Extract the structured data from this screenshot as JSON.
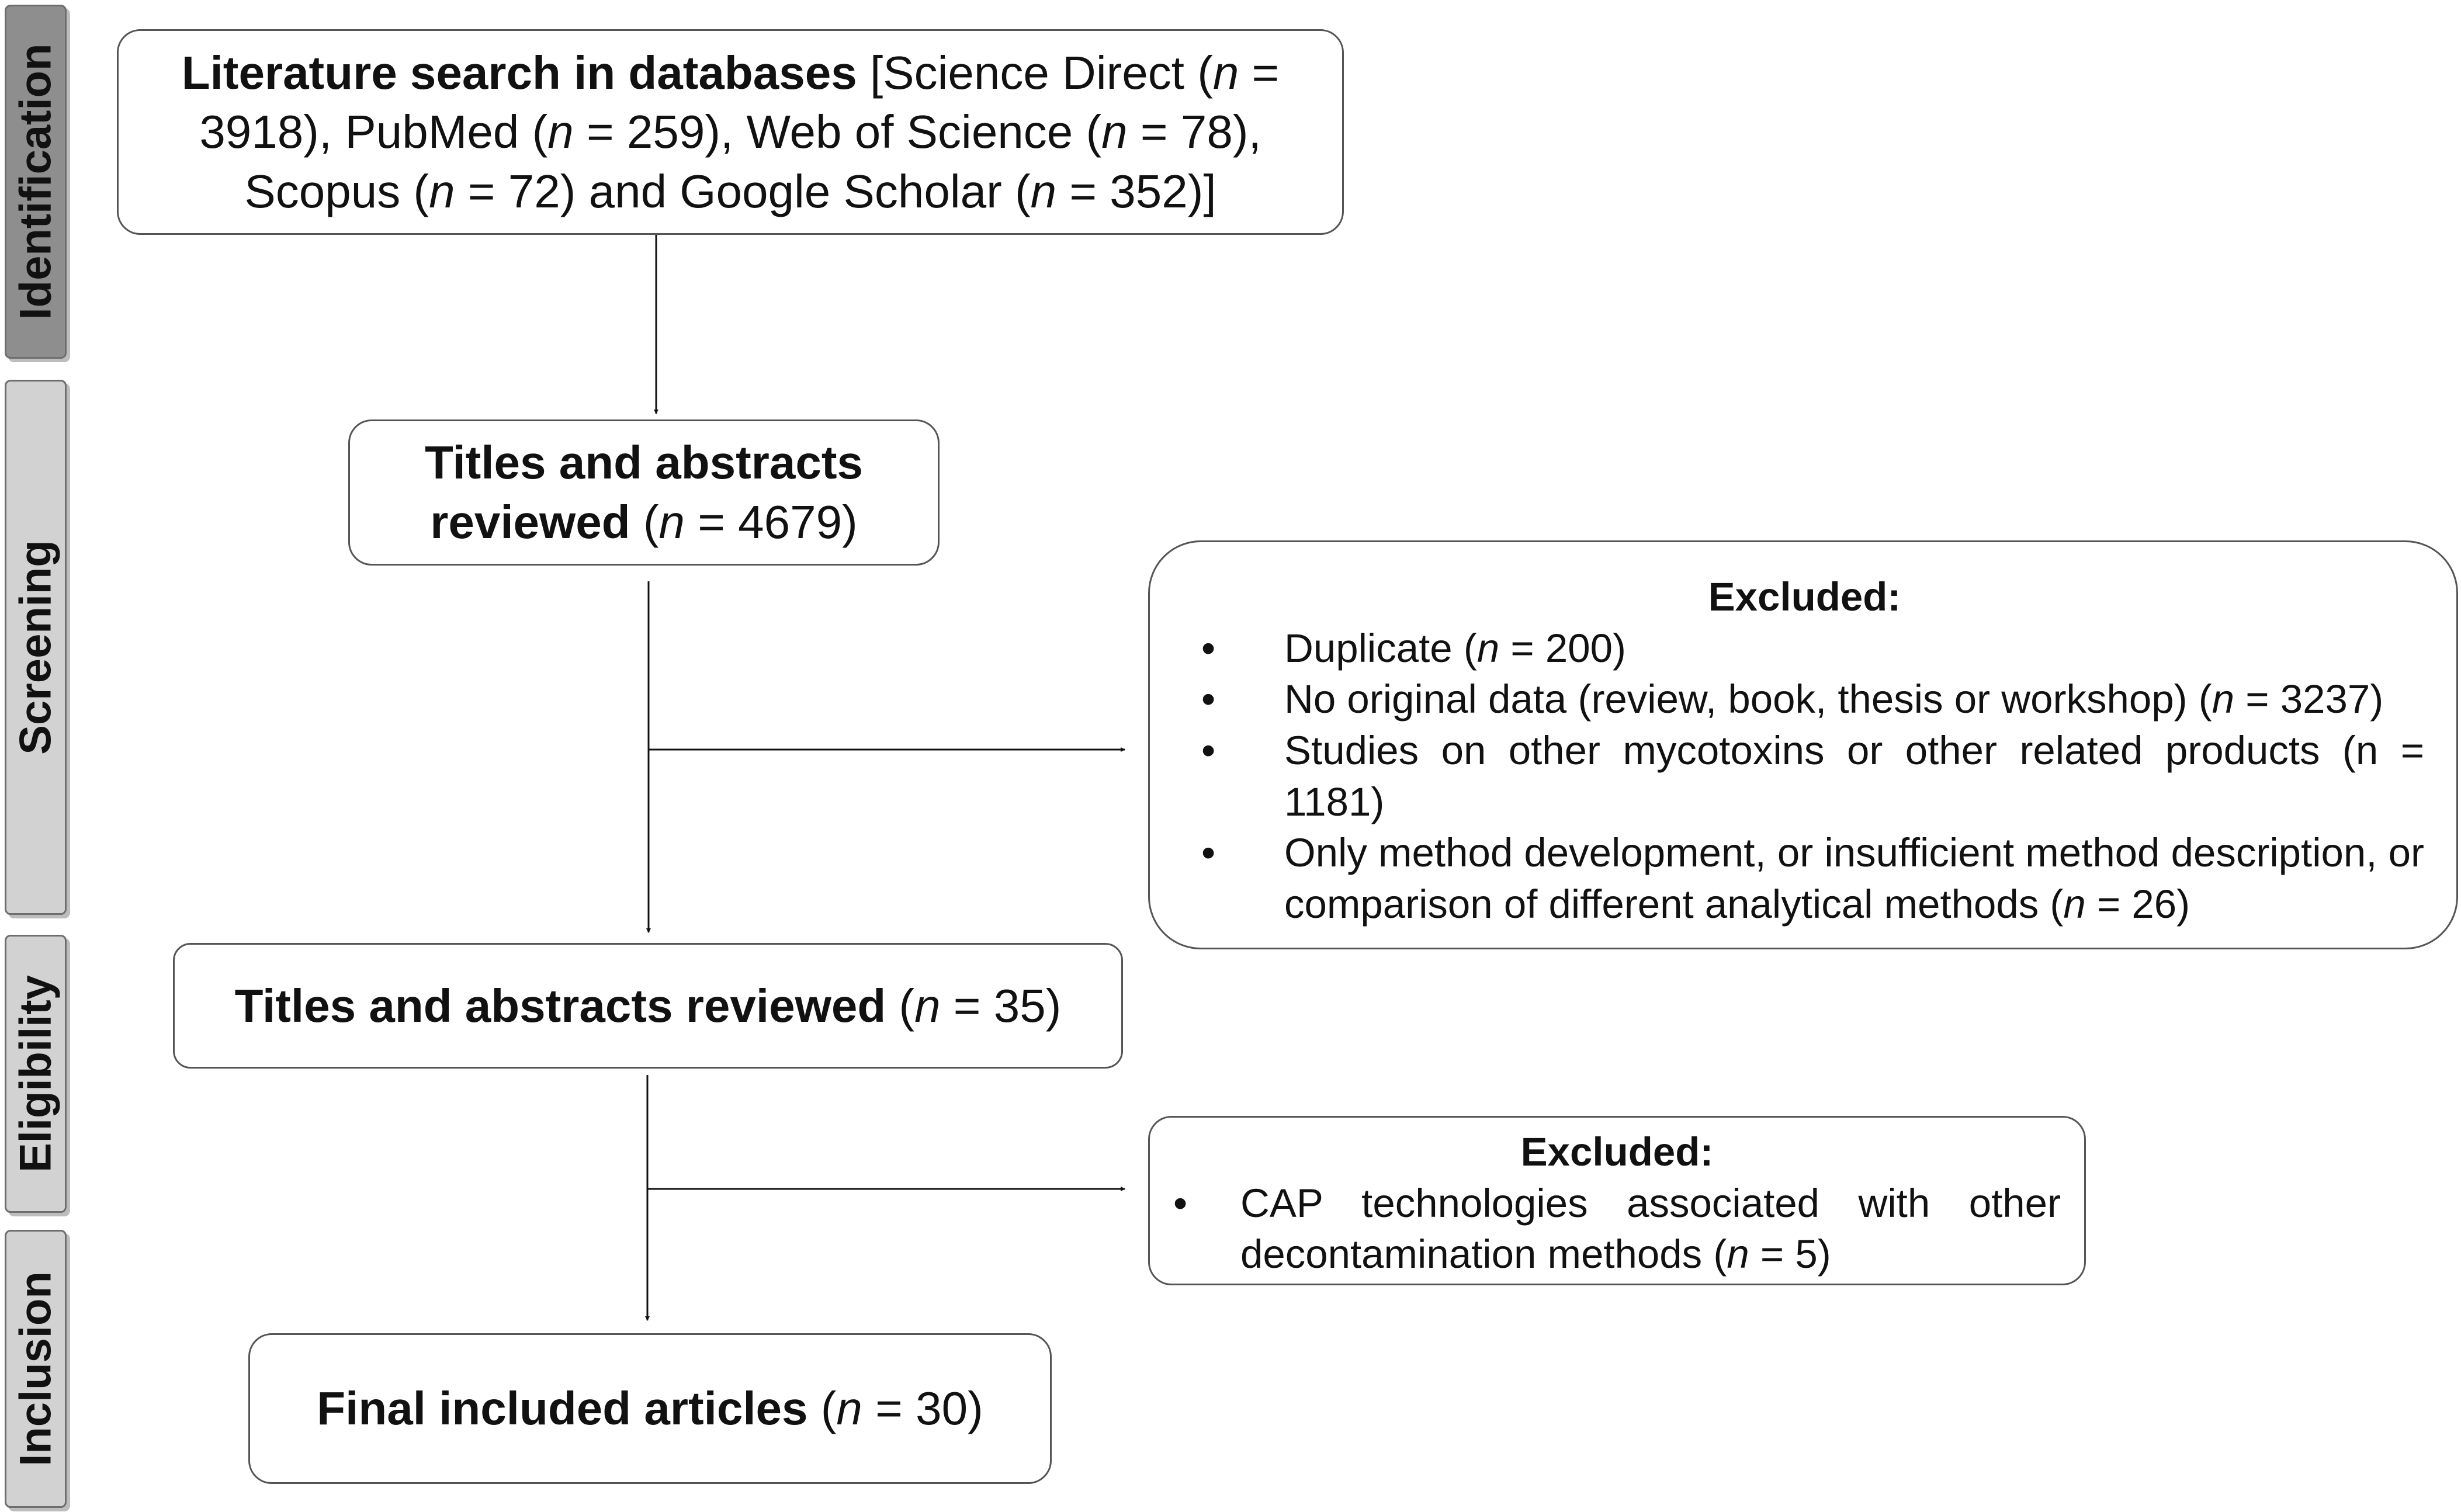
{
  "stages": {
    "identification": "Identification",
    "screening": "Screening",
    "eligibility": "Eligibility",
    "inclusion": "Inclusion"
  },
  "boxes": {
    "search": {
      "bold": "Literature search in databases",
      "t1": " [Science Direct (",
      "n1": "n",
      "t2": " = 3918), PubMed (",
      "n2": "n",
      "t3": " = 259), Web of Science (",
      "n3": "n",
      "t4": " = 78), Scopus (",
      "n4": "n",
      "t5": " = 72) and Google Scholar (",
      "n5": "n",
      "t6": " = 352)]"
    },
    "screen": {
      "bold": "Titles and abstracts reviewed",
      "t1": " (",
      "n": "n",
      "t2": " = 4679)"
    },
    "eligible": {
      "bold": "Titles and abstracts reviewed",
      "t1": " (",
      "n": "n",
      "t2": " = 35)"
    },
    "final": {
      "bold": "Final included articles",
      "t1": " (",
      "n": "n",
      "t2": " = 30)"
    }
  },
  "excluded_screening": {
    "heading": "Excluded:",
    "bullet": "•",
    "items": [
      {
        "pre": "Duplicate (",
        "n": "n",
        "post": " = 200)"
      },
      {
        "pre": "No original data (review, book, thesis or workshop) (",
        "n": "n",
        "post": " = 3237)"
      },
      {
        "pre": "Studies on other mycotoxins or other related products (n = 1181)",
        "n": "",
        "post": ""
      },
      {
        "pre": "Only method development, or insufficient method description, or comparison of different analytical methods (",
        "n": "n",
        "post": " = 26)"
      }
    ]
  },
  "excluded_eligibility": {
    "heading": "Excluded:",
    "bullet": "•",
    "items": [
      {
        "pre": "CAP technologies associated with other decontamination methods (",
        "n": "n",
        "post": " = 5)"
      }
    ]
  }
}
